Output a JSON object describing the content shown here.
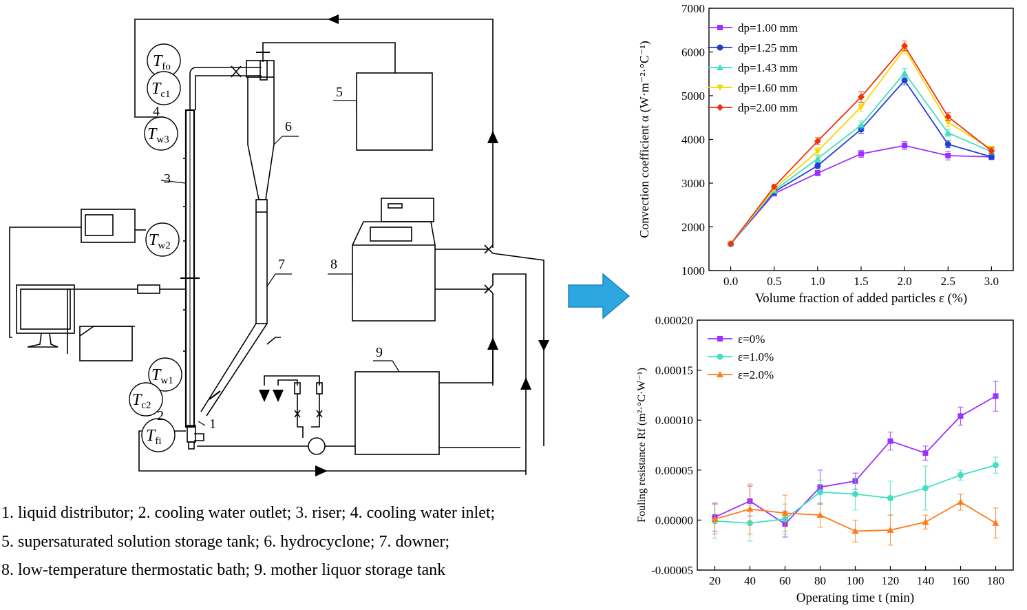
{
  "schematic": {
    "temperature_labels": [
      {
        "main": "T",
        "sub": "fo"
      },
      {
        "main": "T",
        "sub": "c1"
      },
      {
        "main": "T",
        "sub": "w3"
      },
      {
        "main": "T",
        "sub": "w2"
      },
      {
        "main": "T",
        "sub": "w1"
      },
      {
        "main": "T",
        "sub": "c2"
      },
      {
        "main": "T",
        "sub": "fi"
      }
    ],
    "numbers": [
      "1",
      "2",
      "3",
      "4",
      "5",
      "6",
      "7",
      "8",
      "9"
    ]
  },
  "caption": {
    "line1": "1. liquid distributor; 2. cooling water outlet; 3. riser; 4. cooling water inlet;",
    "line2": "5. supersaturated solution storage tank; 6. hydrocyclone; 7. downer;",
    "line3": "8. low-temperature thermostatic bath; 9. mother liquor storage tank"
  },
  "colors": {
    "arrow": "#2ea7e0",
    "purple": "#9b30ff",
    "blue": "#1f3fd6",
    "cyan": "#40e0c0",
    "yellow": "#f5d800",
    "red": "#f03010",
    "orange": "#ff7a1a"
  },
  "chart_data": [
    {
      "type": "line",
      "xlabel": "Volume fraction of added particles ε (%)",
      "ylabel": "Convection coefficient α (W·m⁻²·°C⁻¹)",
      "x": [
        0.0,
        0.5,
        1.0,
        1.5,
        2.0,
        2.5,
        3.0
      ],
      "xticks": [
        "0.0",
        "0.5",
        "1.0",
        "1.5",
        "2.0",
        "2.5",
        "3.0"
      ],
      "yticks": [
        "1000",
        "2000",
        "3000",
        "4000",
        "5000",
        "6000",
        "7000"
      ],
      "xlim": [
        -0.25,
        3.25
      ],
      "ylim": [
        1000,
        7000
      ],
      "legend_position": "top-left",
      "series": [
        {
          "name": "dp=1.00 mm",
          "color": "#9b30ff",
          "marker": "square",
          "values": [
            1610,
            2760,
            3230,
            3670,
            3860,
            3630,
            3600
          ],
          "errors": [
            0,
            50,
            60,
            80,
            90,
            100,
            60
          ]
        },
        {
          "name": "dp=1.25 mm",
          "color": "#1f3fd6",
          "marker": "circle",
          "values": [
            1610,
            2800,
            3400,
            4230,
            5350,
            3890,
            3600
          ],
          "errors": [
            0,
            50,
            70,
            90,
            100,
            80,
            60
          ]
        },
        {
          "name": "dp=1.43 mm",
          "color": "#40e0c0",
          "marker": "triangle-up",
          "values": [
            1610,
            2830,
            3560,
            4330,
            5520,
            4150,
            3720
          ],
          "errors": [
            0,
            50,
            70,
            90,
            100,
            80,
            60
          ]
        },
        {
          "name": "dp=1.60 mm",
          "color": "#f5d800",
          "marker": "triangle-down",
          "values": [
            1610,
            2870,
            3730,
            4740,
            6070,
            4390,
            3780
          ],
          "errors": [
            0,
            50,
            80,
            110,
            120,
            90,
            70
          ]
        },
        {
          "name": "dp=2.00 mm",
          "color": "#f03010",
          "marker": "diamond",
          "values": [
            1610,
            2920,
            3960,
            4970,
            6140,
            4520,
            3740
          ],
          "errors": [
            0,
            50,
            80,
            120,
            110,
            90,
            70
          ]
        }
      ]
    },
    {
      "type": "line",
      "xlabel": "Operating time t (min)",
      "ylabel": "Fouling resistance Rf (m²·°C·W⁻¹)",
      "x": [
        20,
        40,
        60,
        80,
        100,
        120,
        140,
        160,
        180
      ],
      "xticks": [
        "20",
        "40",
        "60",
        "80",
        "100",
        "120",
        "140",
        "160",
        "180"
      ],
      "yticks": [
        "-0.00005",
        "0.00000",
        "0.00005",
        "0.00010",
        "0.00015",
        "0.00020"
      ],
      "xlim": [
        10,
        190
      ],
      "ylim": [
        -5e-05,
        0.0002
      ],
      "legend_position": "top-left",
      "series": [
        {
          "name": "ε=0%",
          "color": "#9b30ff",
          "marker": "square",
          "values": [
            3e-06,
            1.9e-05,
            -4e-06,
            3.3e-05,
            3.9e-05,
            7.9e-05,
            6.7e-05,
            0.000104,
            0.000124
          ],
          "errors": [
            1.4e-05,
            1.5e-05,
            1.3e-05,
            1.7e-05,
            8e-06,
            9e-06,
            7e-06,
            9e-06,
            1.5e-05
          ]
        },
        {
          "name": "ε=1.0%",
          "color": "#40e0c0",
          "marker": "circle",
          "values": [
            -1e-06,
            -3e-06,
            1e-06,
            2.8e-05,
            2.6e-05,
            2.2e-05,
            3.2e-05,
            4.5e-05,
            5.5e-05
          ],
          "errors": [
            1.7e-05,
            1.8e-05,
            1.5e-05,
            1.2e-05,
            1.6e-05,
            1.7e-05,
            2.2e-05,
            5e-06,
            8e-06
          ]
        },
        {
          "name": "ε=2.0%",
          "color": "#ff7a1a",
          "marker": "triangle-up",
          "values": [
            1e-06,
            1.1e-05,
            7e-06,
            5e-06,
            -1.1e-05,
            -1e-05,
            -2e-06,
            1.8e-05,
            -3e-06
          ],
          "errors": [
            1.5e-05,
            2.5e-05,
            1.8e-05,
            1.2e-05,
            1.1e-05,
            1.5e-05,
            7e-06,
            8e-06,
            1.5e-05
          ]
        }
      ]
    }
  ]
}
